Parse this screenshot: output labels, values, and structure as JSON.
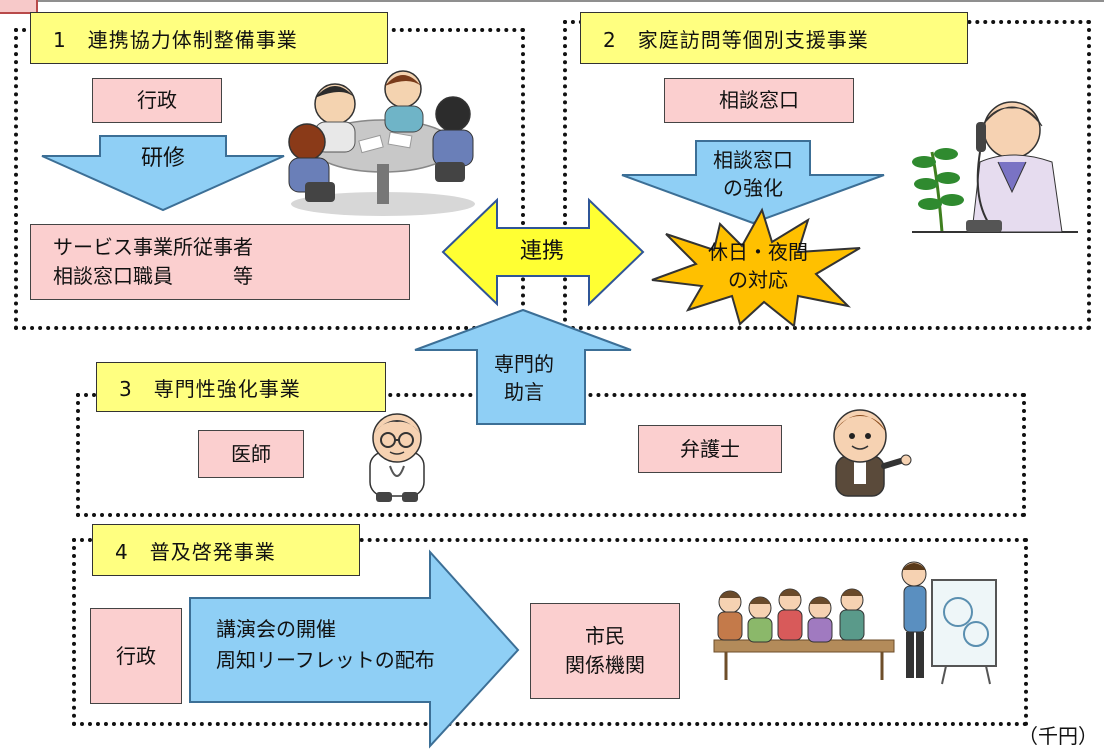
{
  "sections": {
    "s1": {
      "title": "1　連携協力体制整備事業",
      "gyosei": "行政",
      "kenshu": "研修",
      "target_line1": "サービス事業所従事者",
      "target_line2": "相談窓口職員　　　等"
    },
    "s2": {
      "title": "2　家庭訪問等個別支援事業",
      "madoguchi": "相談窓口",
      "kyoka_line1": "相談窓口",
      "kyoka_line2": "の強化",
      "kyujitsu_line1": "休日・夜間",
      "kyujitsu_line2": "の対応"
    },
    "s3": {
      "title": "3　専門性強化事業",
      "ishi": "医師",
      "bengoshi": "弁護士"
    },
    "s4": {
      "title": "4　普及啓発事業",
      "gyosei": "行政",
      "arrow_line1": "講演会の開催",
      "arrow_line2": "周知リーフレットの配布",
      "target_line1": "市民",
      "target_line2": "関係機関"
    }
  },
  "renkei": "連携",
  "senmon_line1": "専門的",
  "senmon_line2": "助言",
  "unit": "（千円）",
  "colors": {
    "title_bg": "#ffff80",
    "pink_box": "#fbcfcf",
    "blue_arrow": "#8fcff5",
    "yellow_arrow": "#ffff33",
    "star": "#ffc000"
  },
  "icons": [
    "meeting-illustration",
    "phone-operator-illustration",
    "doctor-illustration",
    "lawyer-illustration",
    "lecture-illustration"
  ]
}
